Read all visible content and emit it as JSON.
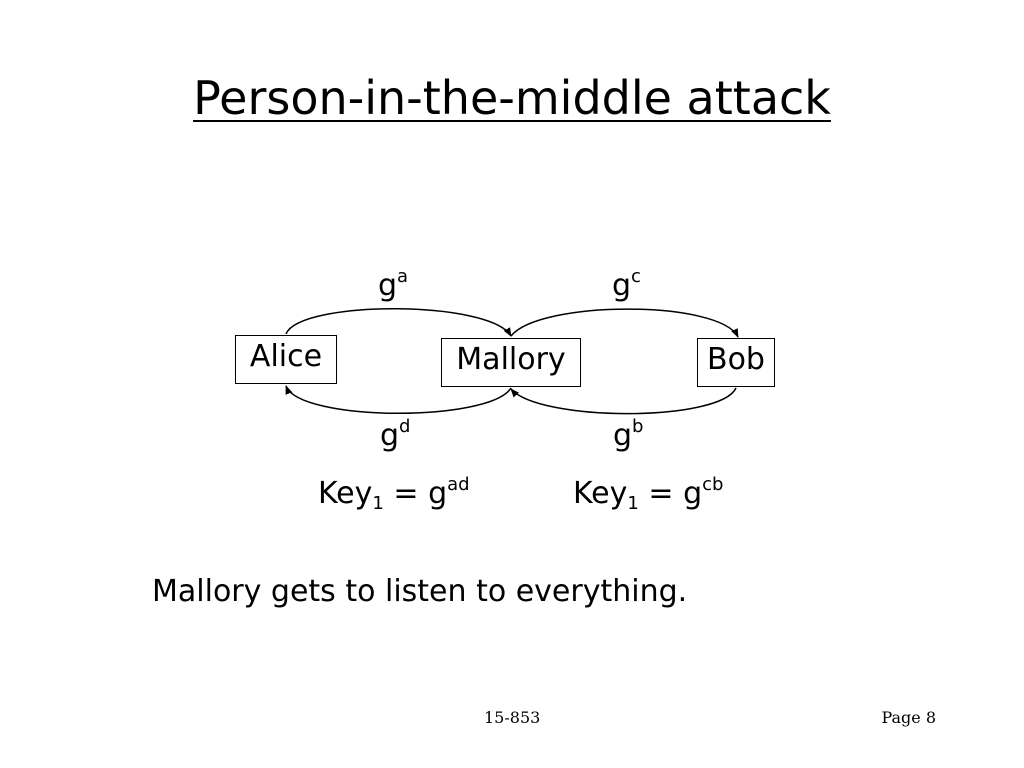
{
  "slide": {
    "title": "Person-in-the-middle attack",
    "caption": "Mallory gets to listen to everything."
  },
  "diagram": {
    "nodes": {
      "alice": "Alice",
      "mallory": "Mallory",
      "bob": "Bob"
    },
    "edges": {
      "alice_to_mallory": {
        "base": "g",
        "exponent": "a"
      },
      "mallory_to_bob": {
        "base": "g",
        "exponent": "c"
      },
      "mallory_to_alice": {
        "base": "g",
        "exponent": "d"
      },
      "bob_to_mallory": {
        "base": "g",
        "exponent": "b"
      }
    },
    "keys": {
      "left": {
        "name": "Key",
        "subscript": "1",
        "equals": "=",
        "base": "g",
        "exponent": "ad"
      },
      "right": {
        "name": "Key",
        "subscript": "1",
        "equals": "=",
        "base": "g",
        "exponent": "cb"
      }
    }
  },
  "footer": {
    "course": "15-853",
    "page": "Page 8"
  }
}
